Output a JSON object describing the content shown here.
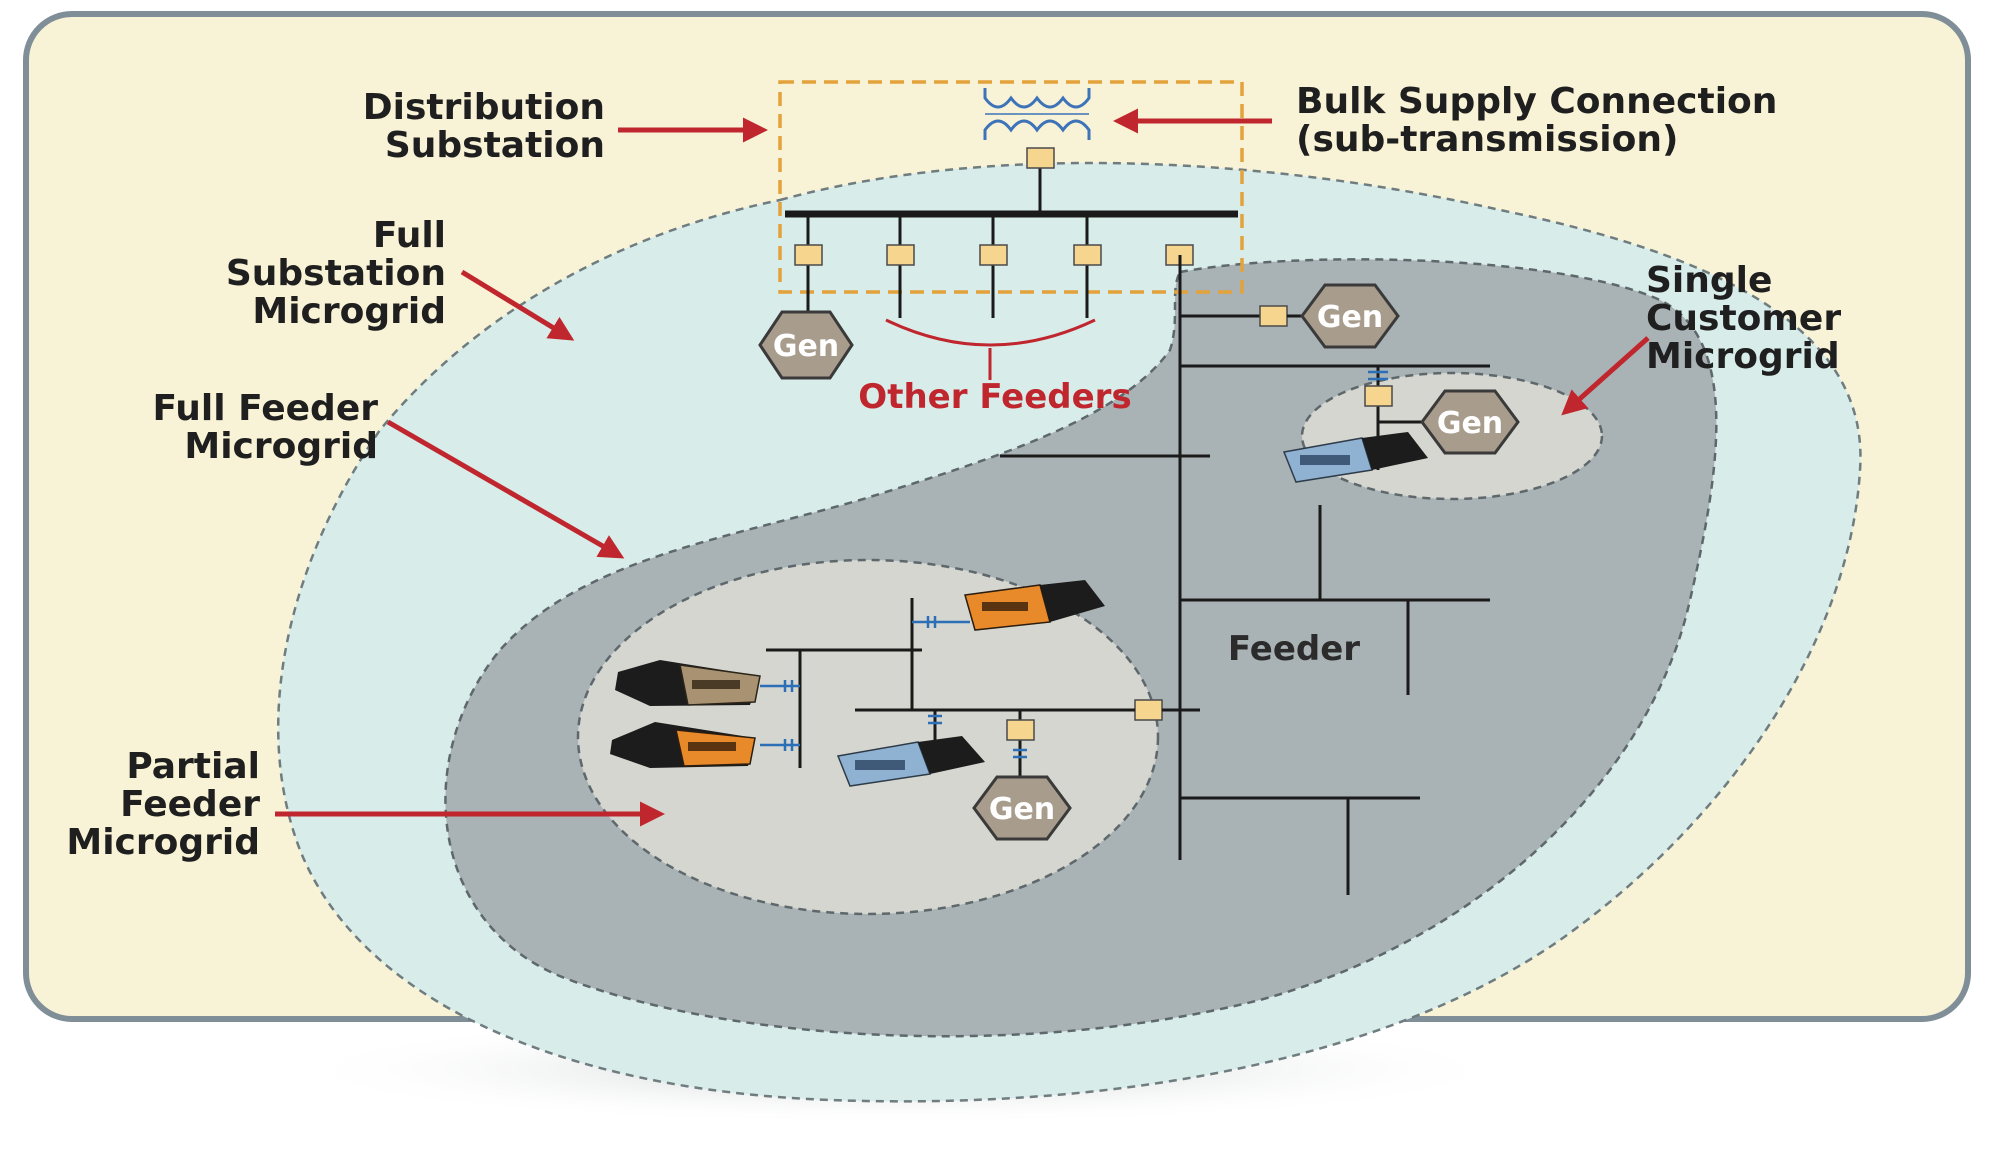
{
  "labels": {
    "distribution_substation": [
      "Distribution",
      "Substation"
    ],
    "bulk_supply": [
      "Bulk Supply Connection",
      "(sub-transmission)"
    ],
    "full_substation_microgrid": [
      "Full",
      "Substation",
      "Microgrid"
    ],
    "full_feeder_microgrid": [
      "Full Feeder",
      "Microgrid"
    ],
    "partial_feeder_microgrid": [
      "Partial",
      "Feeder",
      "Microgrid"
    ],
    "single_customer_microgrid": [
      "Single",
      "Customer",
      "Microgrid"
    ],
    "other_feeders": "Other Feeders",
    "feeder": "Feeder"
  },
  "generator_label": "Gen",
  "colors": {
    "background_panel": "#f8f3d6",
    "substation_region": "#d8ecea",
    "feeder_region": "#a9b3b6",
    "partial_region": "#d4d6cf",
    "arrow": "#c0262d",
    "substation_box": "#e3a23a",
    "breaker": "#f6d58e",
    "gen": "#a89c8c"
  }
}
